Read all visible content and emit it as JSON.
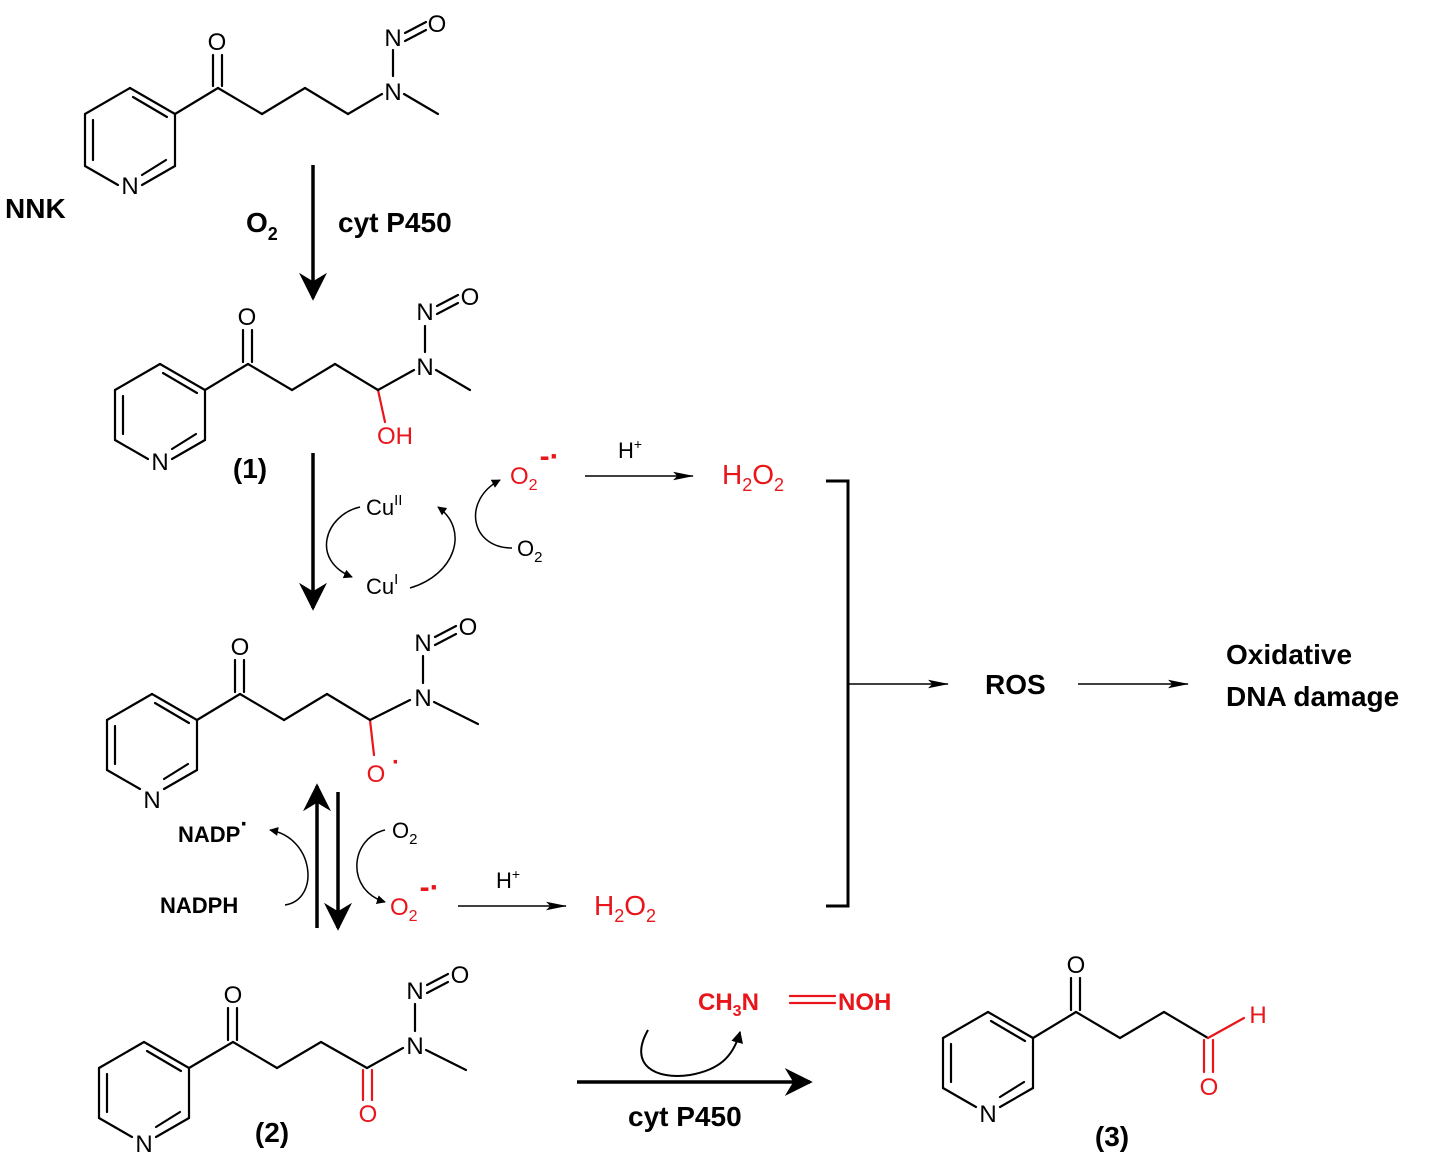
{
  "atoms": {
    "N": "N",
    "O": "O",
    "H": "H",
    "OH": "OH"
  },
  "labels": {
    "nnk": "NNK",
    "compound1": "(1)",
    "compound2": "(2)",
    "compound3": "(3)",
    "o2": "O",
    "o2_sub": "2",
    "cyt_p450_top": "cyt P450",
    "cyt_p450_bottom": "cyt P450",
    "cu_ii_base": "Cu",
    "cu_ii_sup": "II",
    "cu_i_base": "Cu",
    "cu_i_sup": "I",
    "h_plus_base": "H",
    "h_plus_sup": "+",
    "nadp_radical": "NADP",
    "nadph": "NADPH",
    "ros": "ROS",
    "oxidative_line1": "Oxidative",
    "oxidative_line2": "DNA damage",
    "h2o2_h": "H",
    "h2o2_sub1": "2",
    "h2o2_o": "O",
    "h2o2_sub2": "2",
    "superoxide_base": "O",
    "superoxide_sub": "2",
    "superoxide_charge": "-",
    "radical_dot": "·",
    "byproduct_part1": "CH",
    "byproduct_sub": "3",
    "byproduct_part2": "N",
    "byproduct_part3": "NOH"
  },
  "colors": {
    "black": "#000000",
    "red": "#e8151b"
  }
}
